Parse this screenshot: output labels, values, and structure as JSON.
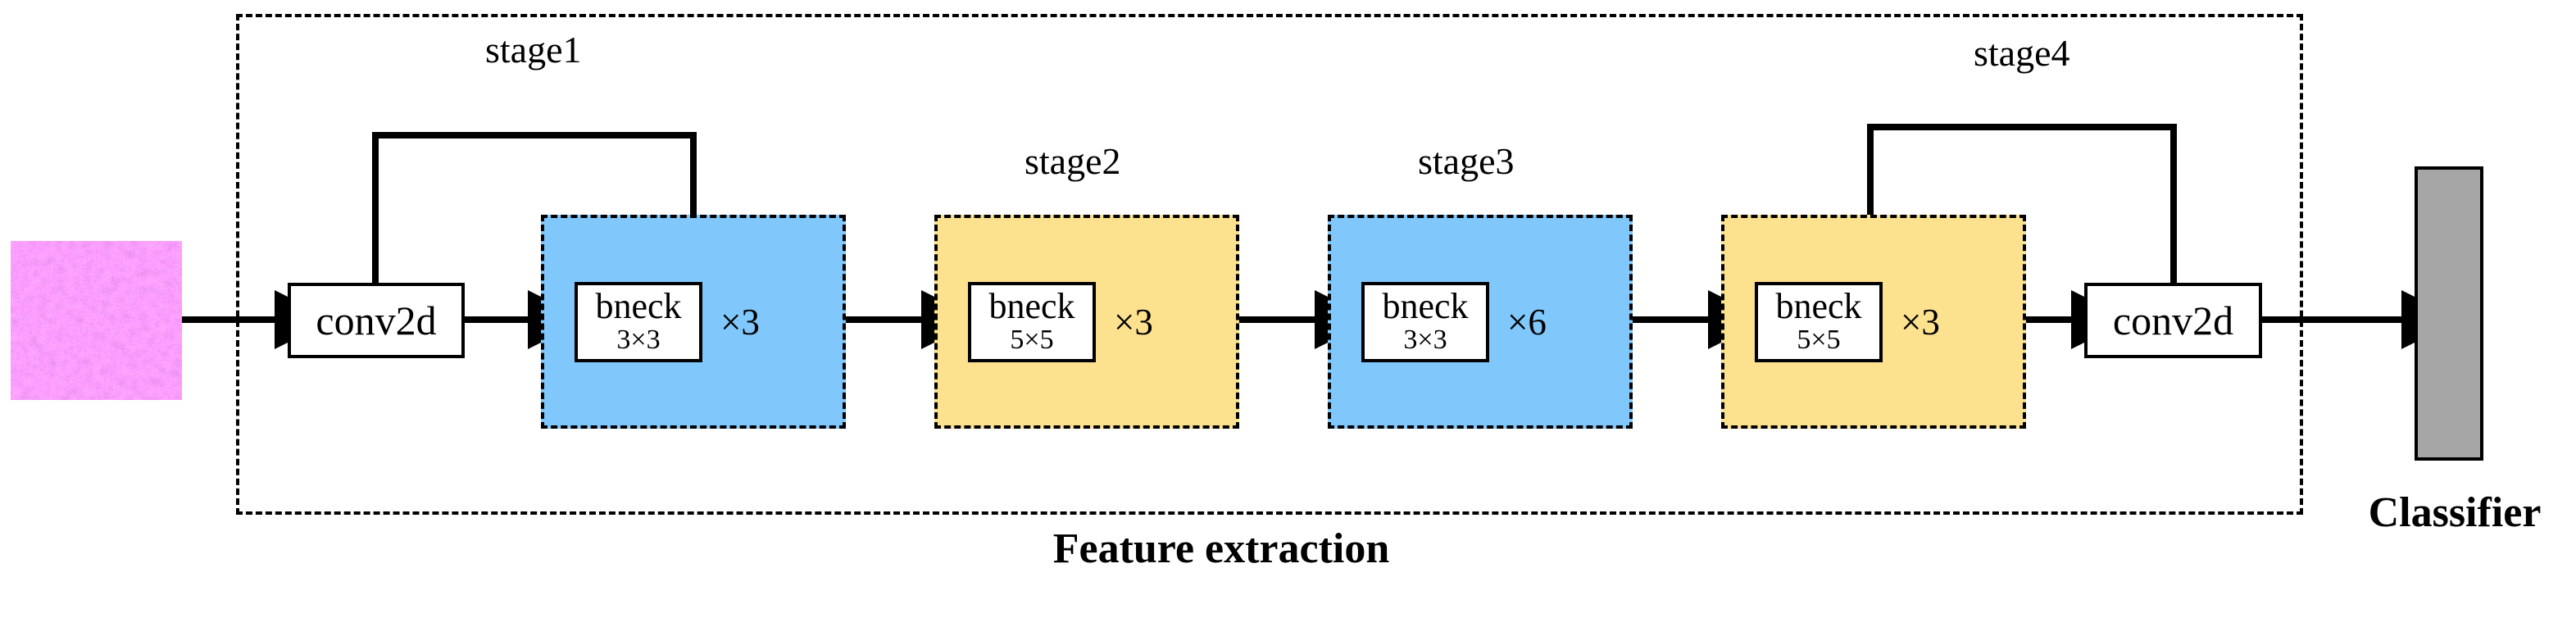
{
  "diagram": {
    "title": "Feature extraction network architecture",
    "feature_extraction_caption": "Feature extraction",
    "classifier_caption": "Classifier",
    "input": {
      "name": "histology-image",
      "description": "H&E stained histopathology image patch"
    },
    "colors": {
      "blue_stage": "#80c7fc",
      "yellow_stage": "#fce18e",
      "classifier_gray": "#a6a6a6",
      "line": "#000000",
      "background": "#ffffff"
    },
    "blocks": {
      "conv_in": "conv2d",
      "conv_out": "conv2d"
    },
    "stages": [
      {
        "label": "stage1",
        "block": "bneck",
        "kernel": "3×3",
        "repeat": "×3",
        "color": "#80c7fc",
        "skip": true
      },
      {
        "label": "stage2",
        "block": "bneck",
        "kernel": "5×5",
        "repeat": "×3",
        "color": "#fce18e",
        "skip": false
      },
      {
        "label": "stage3",
        "block": "bneck",
        "kernel": "3×3",
        "repeat": "×6",
        "color": "#80c7fc",
        "skip": false
      },
      {
        "label": "stage4",
        "block": "bneck",
        "kernel": "5×5",
        "repeat": "×3",
        "color": "#fce18e",
        "skip": true
      }
    ]
  }
}
